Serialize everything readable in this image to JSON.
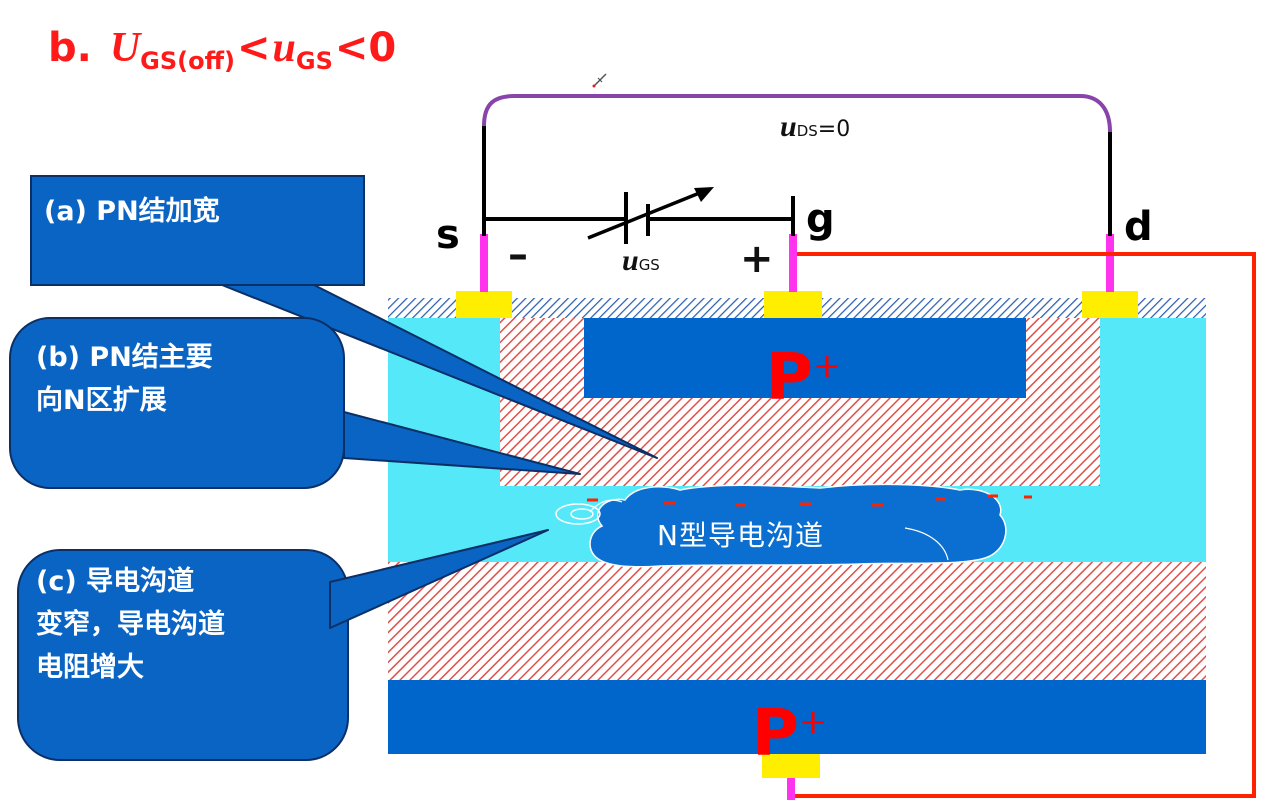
{
  "title": {
    "prefix": "b.",
    "lhs": "U",
    "lhs_sub": "GS(off)",
    "op1": "<",
    "mid": "u",
    "mid_sub": "GS",
    "op2": "<0"
  },
  "circuit": {
    "uds_symbol": "u",
    "uds_sub": "DS",
    "uds_value": "=0",
    "ugs_symbol": "u",
    "ugs_sub": "GS",
    "minus_sign": "–",
    "plus_sign": "+"
  },
  "terminals": {
    "source": "s",
    "gate": "g",
    "drain": "d"
  },
  "device": {
    "top_gate_label": "P",
    "top_gate_sup": "+",
    "bottom_gate_label": "P",
    "bottom_gate_sup": "+",
    "channel_label": "N型导电沟道"
  },
  "callouts": [
    {
      "text": "(a) PN结加宽"
    },
    {
      "text": "(b) PN结主要\n向N区扩展"
    },
    {
      "text": "(c) 导电沟道\n变窄，导电沟道\n电阻增大"
    }
  ],
  "colors": {
    "title_red": "#ff1a1a",
    "n_region": "#55e8f8",
    "p_plus": "#0066cc",
    "callout_blue": "#0a64c4",
    "depletion_hatch": "#e0504a",
    "contact_yellow": "#ffee00",
    "lead_magenta": "#ff33ee",
    "wire_red": "#ff2200",
    "wire_purple": "#8844aa"
  }
}
